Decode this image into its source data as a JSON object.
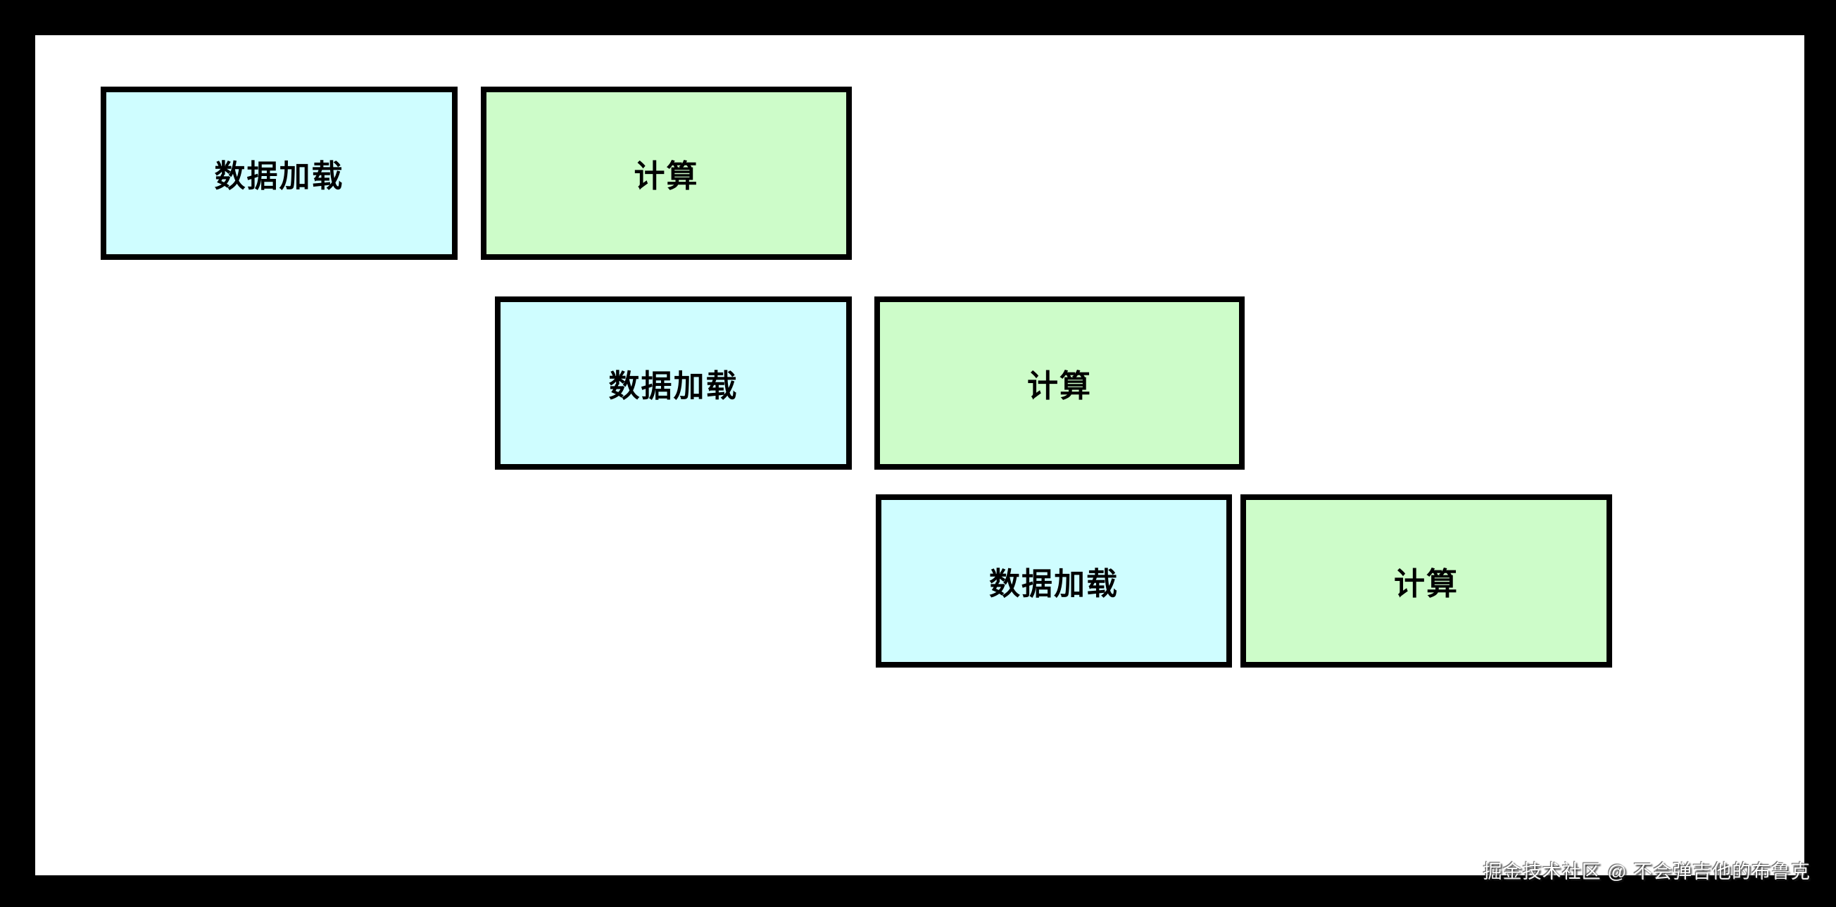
{
  "colors": {
    "page_bg": "#000000",
    "canvas_bg": "#ffffff",
    "load_fill": "#cffdff",
    "compute_fill": "#cdfcc9",
    "box_border": "#000000",
    "label_text": "#000000"
  },
  "diagram": {
    "rows": [
      {
        "load_label": "数据加载",
        "compute_label": "计算"
      },
      {
        "load_label": "数据加载",
        "compute_label": "计算"
      },
      {
        "load_label": "数据加载",
        "compute_label": "计算"
      }
    ]
  },
  "watermark": {
    "text": "掘金技术社区 @ 不会弹吉他的布鲁克"
  }
}
